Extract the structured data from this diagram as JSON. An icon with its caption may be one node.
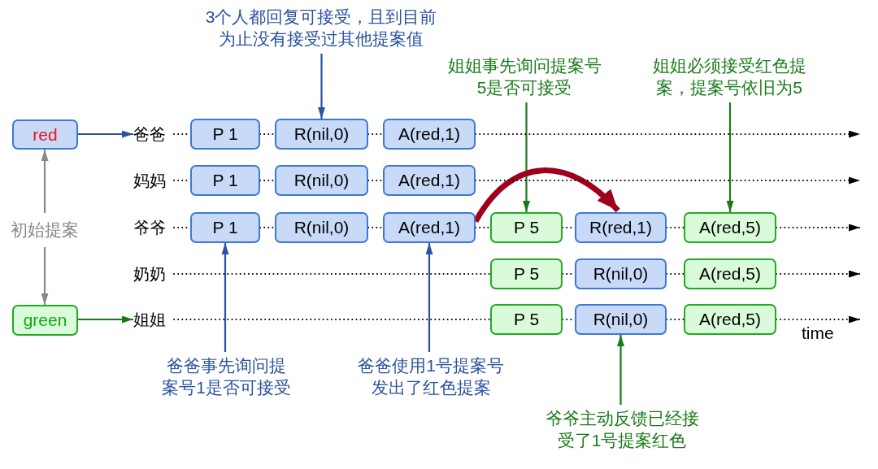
{
  "diagram": {
    "nodes": [
      {
        "text": [
          "red"
        ]
      },
      {
        "text": [
          "初始提案"
        ]
      },
      {
        "text": [
          "green"
        ]
      },
      {
        "text": [
          "3个人都回复可接受，且到目前为止没有接受过其他提案值"
        ]
      },
      {
        "text": [
          "姐姐事先询问提案号5是否可接受"
        ]
      },
      {
        "text": [
          "姐姐必须接受红色提案，提案号依旧为5"
        ]
      },
      {
        "text": [
          "爸爸"
        ]
      },
      {
        "text": [
          "P 1"
        ]
      },
      {
        "text": [
          "R(nil,0)"
        ]
      },
      {
        "text": [
          "A(red,1)"
        ]
      },
      {
        "text": [
          "妈妈"
        ]
      },
      {
        "text": [
          "P 1"
        ]
      },
      {
        "text": [
          "R(nil,0)"
        ]
      },
      {
        "text": [
          "A(red,1)"
        ]
      },
      {
        "text": [
          "爷爷"
        ]
      },
      {
        "text": [
          "P 1"
        ]
      },
      {
        "text": [
          "R(nil,0)"
        ]
      },
      {
        "text": [
          "A(red,1)"
        ]
      },
      {
        "text": [
          "P 5"
        ]
      },
      {
        "text": [
          "R(red,1)"
        ]
      },
      {
        "text": [
          "A(red,5)"
        ]
      },
      {
        "text": [
          "奶奶"
        ]
      },
      {
        "text": [
          "P 5"
        ]
      },
      {
        "text": [
          "R(nil,0)"
        ]
      },
      {
        "text": [
          "A(red,5)"
        ]
      },
      {
        "text": [
          "姐姐"
        ]
      },
      {
        "text": [
          "P 5"
        ]
      },
      {
        "text": [
          "R(nil,0)"
        ]
      },
      {
        "text": [
          "A(red,5)"
        ]
      },
      {
        "text": [
          "爸爸事先询问提案号1是否可接受"
        ]
      },
      {
        "text": [
          "爸爸使用1号提案号发出了红色提案"
        ]
      },
      {
        "text": [
          "爷爷主动反馈已经接受了1号提案红色"
        ]
      }
    ],
    "edges": [
      {
        "from": 1,
        "to": 0,
        "arrow": "to",
        "color": "#888888"
      },
      {
        "from": 1,
        "to": 2,
        "arrow": "to",
        "color": "#888888"
      },
      {
        "from": 0,
        "to": 6,
        "arrow": "to",
        "color": "#2a52a0"
      },
      {
        "from": 2,
        "to": 25,
        "arrow": "to",
        "color": "#1a7a1a"
      },
      {
        "from": 3,
        "to": 8,
        "arrow": "to",
        "color": "#2a52a0"
      },
      {
        "from": 4,
        "to": 18,
        "arrow": "to",
        "color": "#1a7a1a"
      },
      {
        "from": 5,
        "to": 20,
        "arrow": "to",
        "color": "#1a7a1a"
      },
      {
        "from": 29,
        "to": 15,
        "arrow": "to",
        "color": "#2a52a0"
      },
      {
        "from": 30,
        "to": 17,
        "arrow": "to",
        "color": "#2a52a0"
      },
      {
        "from": 31,
        "to": 27,
        "arrow": "to",
        "color": "#1a7a1a"
      },
      {
        "from": 17,
        "to": 19,
        "arrow": "to",
        "style": "thick",
        "color": "#a0001c"
      },
      {
        "from": 6,
        "to": 7,
        "arrow": "none",
        "style": "dashed"
      },
      {
        "from": 7,
        "to": 8,
        "arrow": "none",
        "style": "dashed"
      },
      {
        "from": 8,
        "to": 9,
        "arrow": "none",
        "style": "dashed"
      },
      {
        "from": 9,
        "to": null,
        "arrow": "to",
        "style": "dashed"
      },
      {
        "from": 10,
        "to": 11,
        "arrow": "none",
        "style": "dashed"
      },
      {
        "from": 11,
        "to": 12,
        "arrow": "none",
        "style": "dashed"
      },
      {
        "from": 12,
        "to": 13,
        "arrow": "none",
        "style": "dashed"
      },
      {
        "from": 13,
        "to": null,
        "arrow": "to",
        "style": "dashed"
      },
      {
        "from": 14,
        "to": 15,
        "arrow": "none",
        "style": "dashed"
      },
      {
        "from": 15,
        "to": 16,
        "arrow": "none",
        "style": "dashed"
      },
      {
        "from": 16,
        "to": 17,
        "arrow": "none",
        "style": "dashed"
      },
      {
        "from": 17,
        "to": 18,
        "arrow": "none",
        "style": "dashed"
      },
      {
        "from": 18,
        "to": 19,
        "arrow": "none",
        "style": "dashed"
      },
      {
        "from": 19,
        "to": 20,
        "arrow": "none",
        "style": "dashed"
      },
      {
        "from": 20,
        "to": null,
        "arrow": "to",
        "style": "dashed"
      },
      {
        "from": 21,
        "to": 22,
        "arrow": "none",
        "style": "dashed"
      },
      {
        "from": 22,
        "to": 23,
        "arrow": "none",
        "style": "dashed"
      },
      {
        "from": 23,
        "to": 24,
        "arrow": "none",
        "style": "dashed"
      },
      {
        "from": 24,
        "to": null,
        "arrow": "to",
        "style": "dashed"
      },
      {
        "from": 25,
        "to": 26,
        "arrow": "none",
        "style": "dashed"
      },
      {
        "from": 26,
        "to": 27,
        "arrow": "none",
        "style": "dashed"
      },
      {
        "from": 27,
        "to": 28,
        "arrow": "none",
        "style": "dashed"
      },
      {
        "from": 28,
        "to": null,
        "arrow": "to",
        "style": "dashed"
      }
    ],
    "labels": [
      "time"
    ]
  }
}
